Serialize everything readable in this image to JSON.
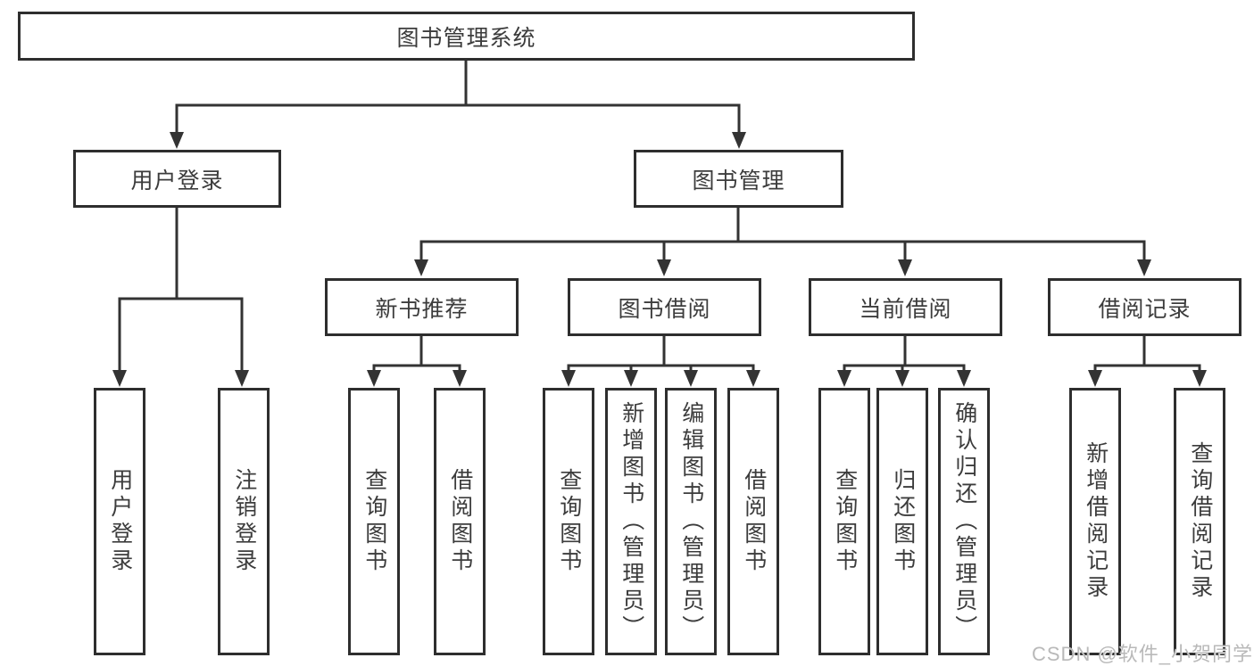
{
  "tree": {
    "label": "图书管理系统",
    "children": [
      {
        "label": "用户登录",
        "children": [
          {
            "label": "用户登录"
          },
          {
            "label": "注销登录"
          }
        ]
      },
      {
        "label": "图书管理",
        "children": [
          {
            "label": "新书推荐",
            "children": [
              {
                "label": "查询图书"
              },
              {
                "label": "借阅图书"
              }
            ]
          },
          {
            "label": "图书借阅",
            "children": [
              {
                "label": "查询图书"
              },
              {
                "label": "新增图书（管理员）"
              },
              {
                "label": "编辑图书（管理员）"
              },
              {
                "label": "借阅图书"
              }
            ]
          },
          {
            "label": "当前借阅",
            "children": [
              {
                "label": "查询图书"
              },
              {
                "label": "归还图书"
              },
              {
                "label": "确认归还（管理员）"
              }
            ]
          },
          {
            "label": "借阅记录",
            "children": [
              {
                "label": "新增借阅记录"
              },
              {
                "label": "查询借阅记录"
              }
            ]
          }
        ]
      }
    ]
  },
  "watermark": {
    "text": "CSDN @软件_小贺同学"
  },
  "colors": {
    "background": "#ffffff",
    "box_fill": "#ffffff",
    "box_border": "#2e2e2e",
    "connector_line": "#333333",
    "text": "#3c3c3c",
    "watermark_text": "#b9b9b9"
  }
}
